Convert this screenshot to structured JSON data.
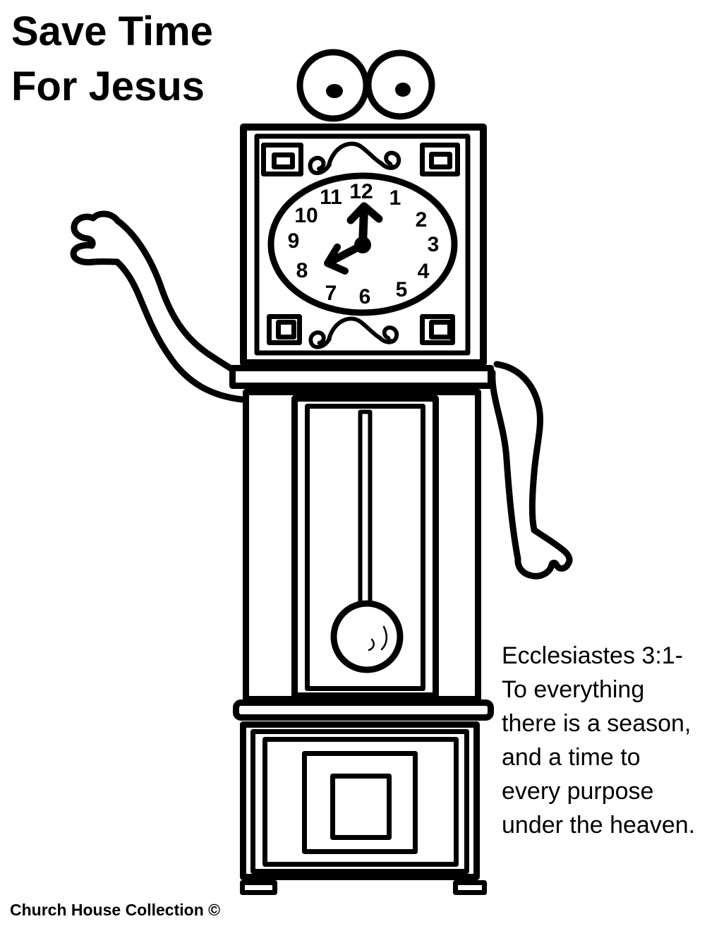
{
  "page": {
    "paper_color": "#ffffff",
    "ink_color": "#000000"
  },
  "header": {
    "title_line1": "Save Time",
    "title_line2": "For Jesus"
  },
  "verse": {
    "lines": [
      "Ecclesiastes 3:1-",
      "To everything",
      "there is a season,",
      "and a time to",
      "every purpose",
      "under the heaven."
    ]
  },
  "footer": {
    "credit": "Church House Collection ©"
  },
  "clock": {
    "numerals": [
      "12",
      "1",
      "2",
      "3",
      "4",
      "5",
      "6",
      "7",
      "8",
      "9",
      "10",
      "11"
    ],
    "hands": {
      "hour_hand_points_to": "8",
      "minute_hand_points_to": "12"
    }
  }
}
